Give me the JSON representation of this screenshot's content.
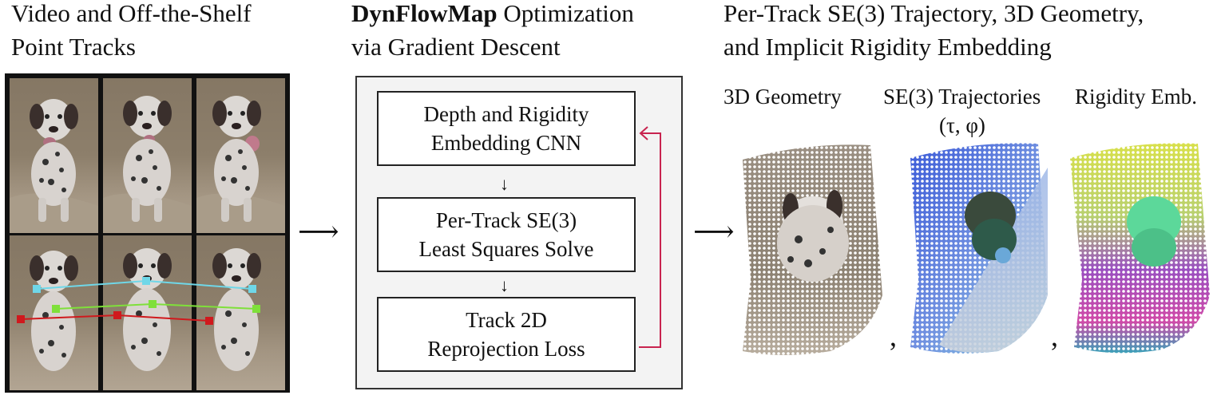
{
  "left_panel": {
    "title_line1": "Video and Off-the-Shelf",
    "title_line2": "Point Tracks"
  },
  "middle_panel": {
    "title_bold": "DynFlowMap",
    "title_rest": " Optimization",
    "title_line2": "via Gradient Descent",
    "stages": [
      {
        "line1": "Depth and Rigidity",
        "line2": "Embedding CNN"
      },
      {
        "line1": "Per-Track SE(3)",
        "line2": "Least Squares Solve"
      },
      {
        "line1": "Track 2D",
        "line2": "Reprojection Loss"
      }
    ],
    "down_arrow": "↓",
    "loop_color": "#c8234f"
  },
  "right_panel": {
    "title_line1": "Per-Track SE(3) Trajectory, 3D Geometry,",
    "title_line2": "and Implicit Rigidity Embedding",
    "sub1": "3D Geometry",
    "sub2_line1": "SE(3) Trajectories",
    "sub2_line2": "(τ, φ)",
    "sub3": "Rigidity Emb.",
    "comma": ","
  },
  "arrows": {
    "right": "⟶"
  },
  "track_colors": {
    "cyan": "#6fd7e8",
    "green": "#7fe03a",
    "red": "#d0191d"
  }
}
